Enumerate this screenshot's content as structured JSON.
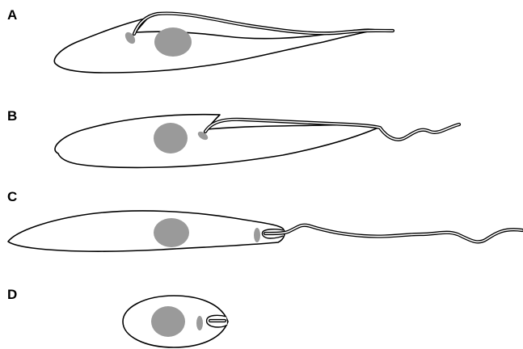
{
  "panels": [
    {
      "label": "A",
      "form": "trypomastigote"
    },
    {
      "label": "B",
      "form": "epimastigote"
    },
    {
      "label": "C",
      "form": "promastigote"
    },
    {
      "label": "D",
      "form": "amastigote"
    }
  ],
  "colors": {
    "outline": "#000000",
    "organelle": "#9a9a9a",
    "background": "#ffffff"
  }
}
